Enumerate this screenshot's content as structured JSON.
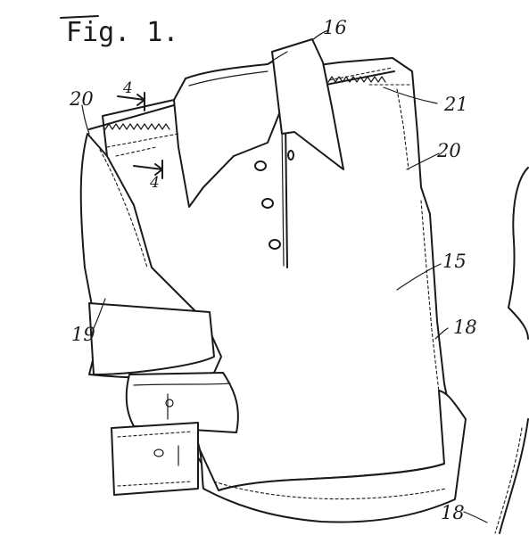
{
  "figure": {
    "title": "Fig. 1."
  },
  "labels": {
    "collar": "16",
    "shoulder_left": "20",
    "shoulder_right": "20",
    "seam": "21",
    "body": "15",
    "side_edge": "18",
    "side_edge_lower": "18",
    "sleeve": "19",
    "section_top": "4",
    "section_bottom": "4"
  }
}
